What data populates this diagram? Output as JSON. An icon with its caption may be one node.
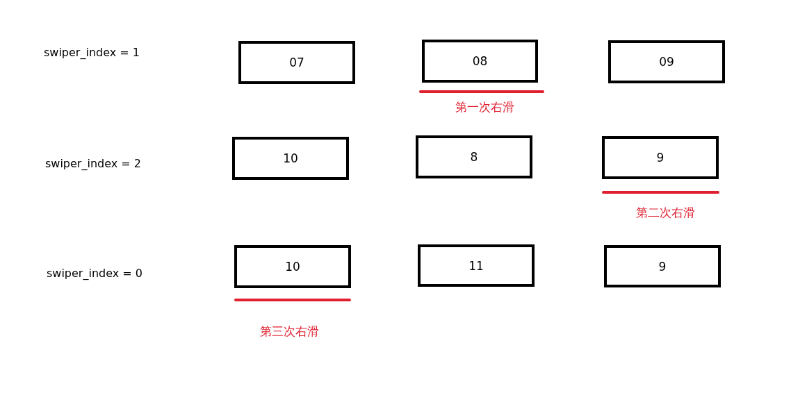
{
  "diagram": {
    "nodes": [
      {
        "text": [
          "07"
        ]
      },
      {
        "text": [
          "08"
        ],
        "beside": [
          "第一次右滑"
        ]
      },
      {
        "text": [
          "09"
        ]
      },
      {
        "text": [
          "10"
        ]
      },
      {
        "text": [
          "8"
        ]
      },
      {
        "text": [
          "9"
        ],
        "beside": [
          "第二次右滑"
        ]
      },
      {
        "text": [
          "10"
        ],
        "beside": [
          "第三次右滑"
        ]
      },
      {
        "text": [
          "11"
        ]
      },
      {
        "text": [
          "9"
        ]
      }
    ],
    "labels": [
      "swiper_index = 1",
      "swiper_index = 2",
      "swiper_index = 0"
    ]
  }
}
